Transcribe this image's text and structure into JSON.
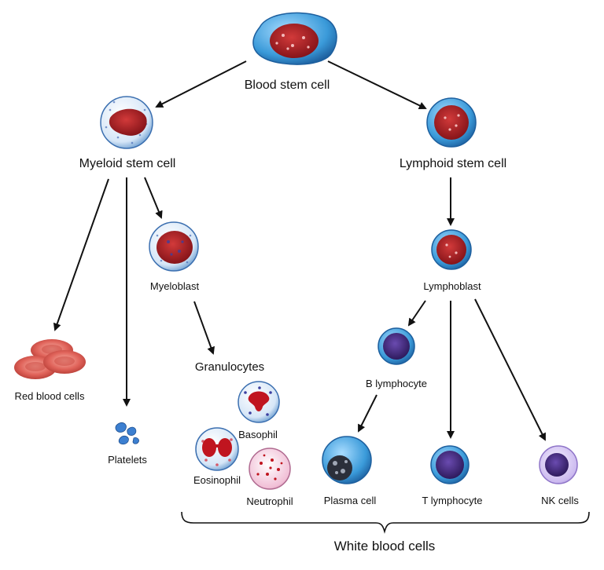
{
  "labels": {
    "blood_stem_cell": "Blood stem cell",
    "myeloid_stem_cell": "Myeloid stem cell",
    "lymphoid_stem_cell": "Lymphoid stem cell",
    "myeloblast": "Myeloblast",
    "lymphoblast": "Lymphoblast",
    "red_blood_cells": "Red blood cells",
    "platelets": "Platelets",
    "granulocytes": "Granulocytes",
    "basophil": "Basophil",
    "eosinophil": "Eosinophil",
    "neutrophil": "Neutrophil",
    "b_lymphocyte": "B lymphocyte",
    "plasma_cell": "Plasma cell",
    "t_lymphocyte": "T lymphocyte",
    "nk_cells": "NK cells",
    "white_blood_cells": "White blood cells"
  },
  "colors": {
    "nucleus_red": "#a3141c",
    "stem_blue": "#3a9ad9",
    "lymph_purple": "#3b1f78",
    "rbc_red": "#e0635a",
    "eosin_pink": "#e8a0c0",
    "platelet_blue": "#3c7fd0"
  }
}
